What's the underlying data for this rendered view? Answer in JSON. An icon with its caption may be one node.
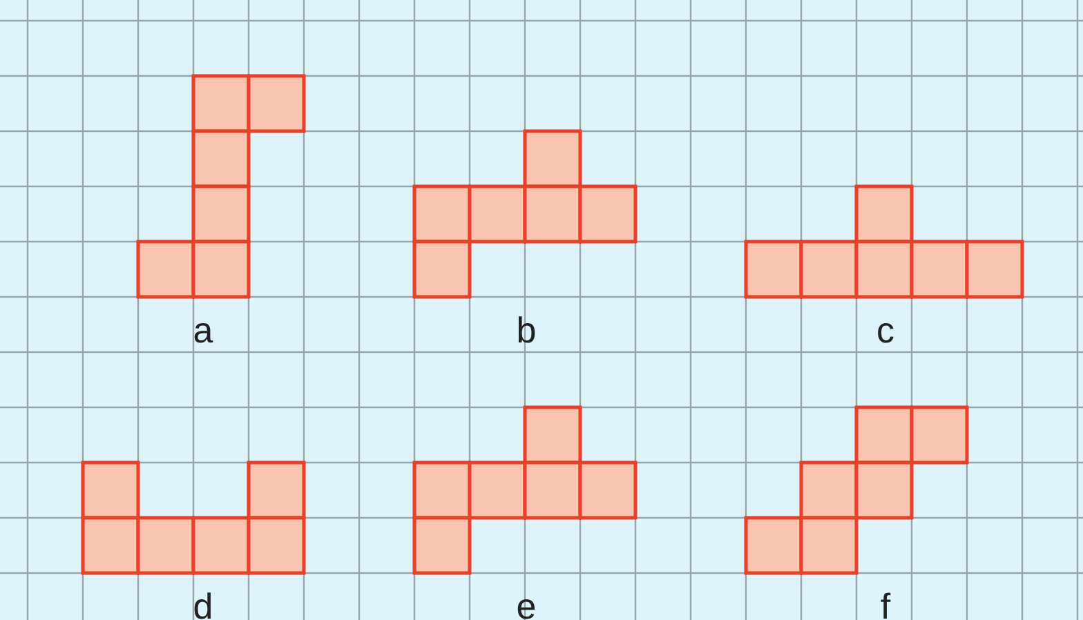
{
  "diagram": {
    "labels": [
      "a",
      "b",
      "c",
      "d",
      "e",
      "f"
    ]
  }
}
